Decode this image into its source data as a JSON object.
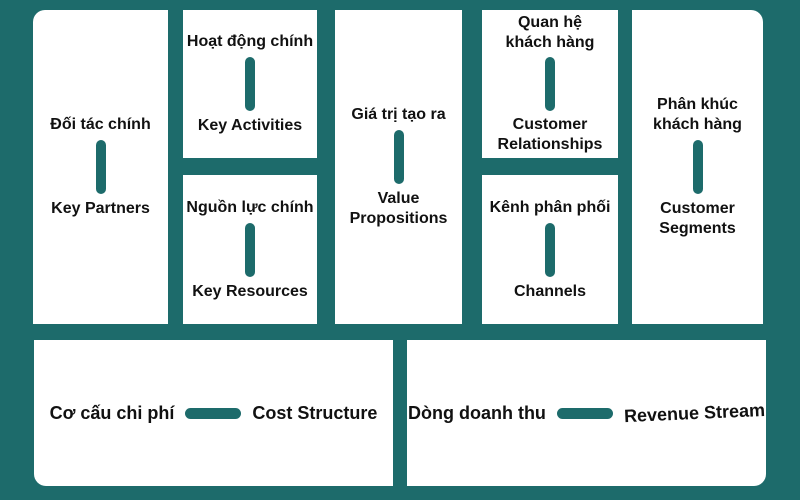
{
  "colors": {
    "background_teal": "#1d6b6b",
    "card_white": "#ffffff",
    "text_black": "#111111",
    "divider_teal": "#1d6b6b"
  },
  "blocks": {
    "key_partners": {
      "vi": "Đối tác chính",
      "en": "Key Partners"
    },
    "key_activities": {
      "vi": "Hoạt động chính",
      "en": "Key Activities"
    },
    "key_resources": {
      "vi": "Nguồn lực chính",
      "en": "Key Resources"
    },
    "value_propositions": {
      "vi": "Giá trị tạo ra",
      "en": "Value\nPropositions"
    },
    "customer_relationships": {
      "vi": "Quan hệ\nkhách hàng",
      "en": "Customer\nRelationships"
    },
    "channels": {
      "vi": "Kênh phân phối",
      "en": "Channels"
    },
    "customer_segments": {
      "vi": "Phân khúc\nkhách hàng",
      "en": "Customer\nSegments"
    },
    "cost_structure": {
      "vi": "Cơ cấu chi phí",
      "en": "Cost Structure"
    },
    "revenue_stream": {
      "vi": "Dòng doanh thu",
      "en": "Revenue Stream"
    }
  }
}
